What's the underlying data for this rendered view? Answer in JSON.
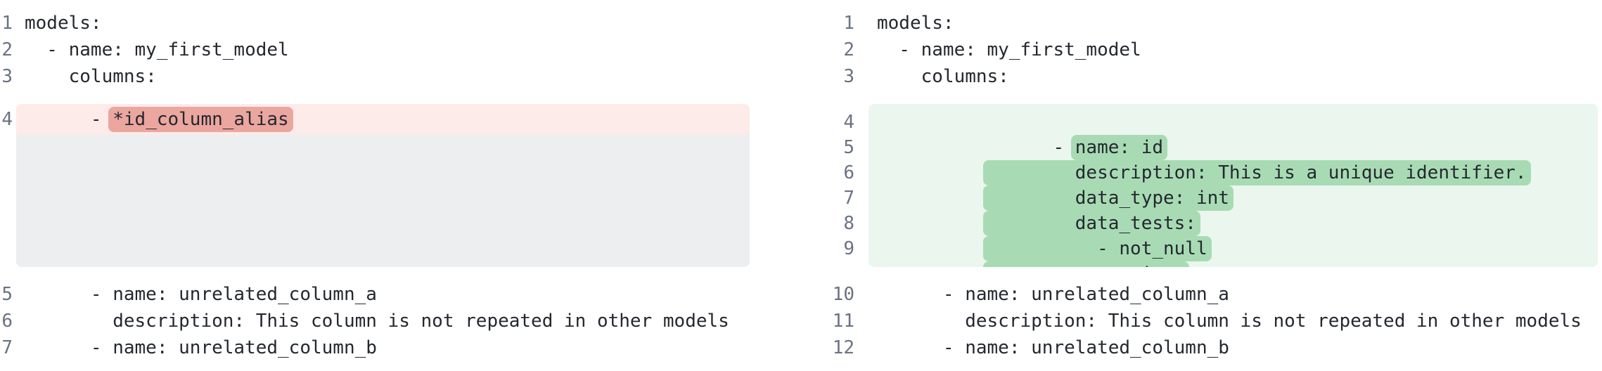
{
  "colors": {
    "removed_row_bg": "#fcebe9",
    "removed_word_bg": "#eba69f",
    "collapsed_placeholder_bg": "#edeef0",
    "added_block_bg": "#eaf6ee",
    "added_word_bg": "#a8dbb4",
    "line_number_color": "#6a7383",
    "code_text_color": "#24282f"
  },
  "panes": {
    "left": {
      "lines_before": [
        {
          "num": "1",
          "text": "models:"
        },
        {
          "num": "2",
          "text": "  - name: my_first_model"
        },
        {
          "num": "3",
          "text": "    columns:"
        }
      ],
      "removed": {
        "num": "4",
        "prefix": "      - ",
        "highlight": "*id_column_alias"
      },
      "lines_after": [
        {
          "num": "5",
          "text": "      - name: unrelated_column_a"
        },
        {
          "num": "6",
          "text": "        description: This column is not repeated in other models"
        },
        {
          "num": "7",
          "text": "      - name: unrelated_column_b"
        }
      ]
    },
    "right": {
      "lines_before": [
        {
          "num": "1",
          "text": "models:"
        },
        {
          "num": "2",
          "text": "  - name: my_first_model"
        },
        {
          "num": "3",
          "text": "    columns:"
        }
      ],
      "added": [
        {
          "num": "4",
          "prefix": "      - ",
          "highlight": "name: id"
        },
        {
          "num": "5",
          "prefix": "",
          "highlight": "        description: This is a unique identifier."
        },
        {
          "num": "6",
          "prefix": "",
          "highlight": "        data_type: int"
        },
        {
          "num": "7",
          "prefix": "",
          "highlight": "        data_tests:"
        },
        {
          "num": "8",
          "prefix": "",
          "highlight": "          - not_null"
        },
        {
          "num": "9",
          "prefix": "",
          "highlight": "          - unique"
        }
      ],
      "lines_after": [
        {
          "num": "10",
          "text": "      - name: unrelated_column_a"
        },
        {
          "num": "11",
          "text": "        description: This column is not repeated in other models"
        },
        {
          "num": "12",
          "text": "      - name: unrelated_column_b"
        }
      ]
    }
  }
}
